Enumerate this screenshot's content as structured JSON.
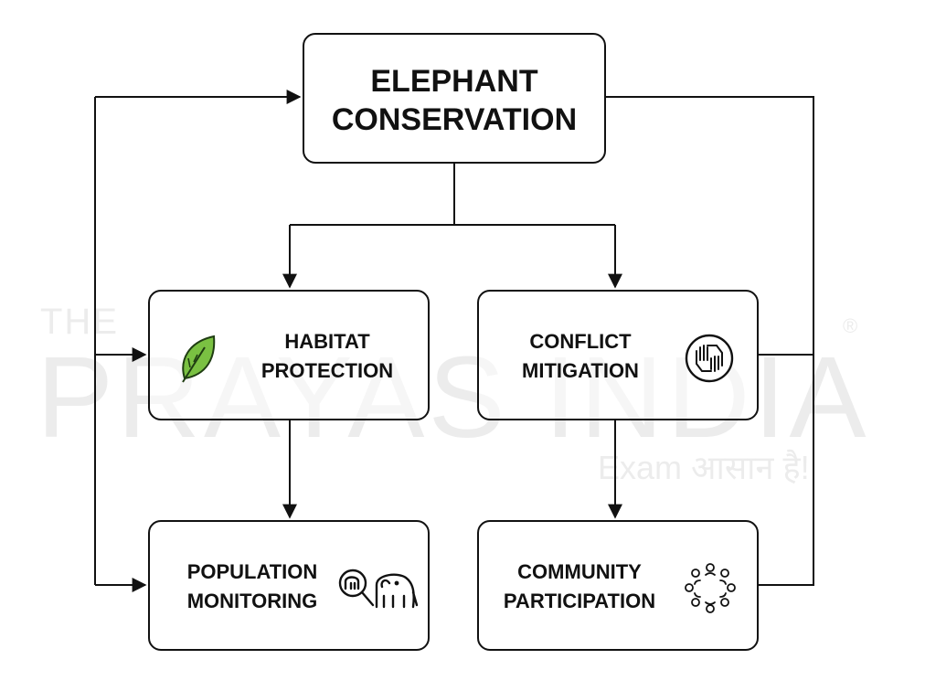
{
  "watermark": {
    "the": "THE",
    "main": "PRAYAS INDIA",
    "tagline": "Exam आसान है!",
    "registered": "®"
  },
  "diagram": {
    "root": {
      "line1": "ELEPHANT",
      "line2": "CONSERVATION"
    },
    "nodes": {
      "habitat": {
        "line1": "HABITAT",
        "line2": "PROTECTION",
        "icon": "leaf-icon"
      },
      "conflict": {
        "line1": "CONFLICT",
        "line2": "MITIGATION",
        "icon": "hands-icon"
      },
      "population": {
        "line1": "POPULATION",
        "line2": "MONITORING",
        "icon": "magnifier-elephant-icon"
      },
      "community": {
        "line1": "COMMUNITY",
        "line2": "PARTICIPATION",
        "icon": "people-circle-icon"
      }
    },
    "colors": {
      "stroke": "#111111",
      "leaf": "#7ac142",
      "watermark": "#ececec"
    }
  }
}
